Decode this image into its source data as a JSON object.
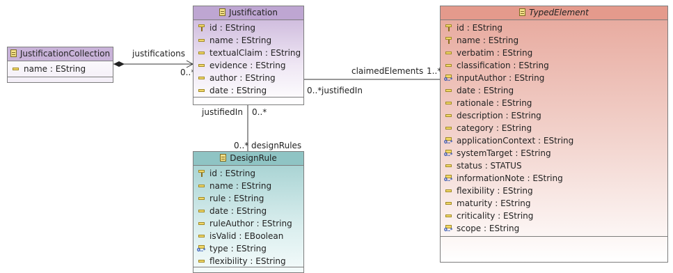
{
  "classes": {
    "justification_collection": {
      "name": "JustificationCollection",
      "attributes": [
        {
          "text": "name : EString",
          "icon": "plain"
        }
      ]
    },
    "justification": {
      "name": "Justification",
      "attributes": [
        {
          "text": "id : EString",
          "icon": "key"
        },
        {
          "text": "name : EString",
          "icon": "plain"
        },
        {
          "text": "textualClaim : EString",
          "icon": "plain"
        },
        {
          "text": "evidence : EString",
          "icon": "plain"
        },
        {
          "text": "author : EString",
          "icon": "plain"
        },
        {
          "text": "date : EString",
          "icon": "plain"
        }
      ]
    },
    "design_rule": {
      "name": "DesignRule",
      "attributes": [
        {
          "text": "id : EString",
          "icon": "key"
        },
        {
          "text": "name : EString",
          "icon": "plain"
        },
        {
          "text": "rule : EString",
          "icon": "plain"
        },
        {
          "text": "date : EString",
          "icon": "plain"
        },
        {
          "text": "ruleAuthor : EString",
          "icon": "plain"
        },
        {
          "text": "isValid : EBoolean",
          "icon": "plain"
        },
        {
          "text": "type : EString",
          "icon": "many"
        },
        {
          "text": "flexibility : EString",
          "icon": "plain"
        }
      ]
    },
    "typed_element": {
      "name": "TypedElement",
      "attributes": [
        {
          "text": "id : EString",
          "icon": "key"
        },
        {
          "text": "name : EString",
          "icon": "key"
        },
        {
          "text": "verbatim : EString",
          "icon": "plain"
        },
        {
          "text": "classification : EString",
          "icon": "plain"
        },
        {
          "text": "inputAuthor : EString",
          "icon": "many"
        },
        {
          "text": "date : EString",
          "icon": "plain"
        },
        {
          "text": "rationale : EString",
          "icon": "plain"
        },
        {
          "text": "description : EString",
          "icon": "plain"
        },
        {
          "text": "category : EString",
          "icon": "plain"
        },
        {
          "text": "applicationContext : EString",
          "icon": "many"
        },
        {
          "text": "systemTarget : EString",
          "icon": "many"
        },
        {
          "text": "status : STATUS",
          "icon": "plain"
        },
        {
          "text": "informationNote : EString",
          "icon": "many"
        },
        {
          "text": "flexibility : EString",
          "icon": "plain"
        },
        {
          "text": "maturity : EString",
          "icon": "plain"
        },
        {
          "text": "criticality : EString",
          "icon": "plain"
        },
        {
          "text": "scope : EString",
          "icon": "many"
        }
      ]
    }
  },
  "associations": {
    "justifications": {
      "role": "justifications",
      "multiplicity": "0..*"
    },
    "claimed_elements": {
      "role": "claimedElements",
      "multiplicity": "1..*"
    },
    "justified_in_typed": {
      "role": "justifiedIn",
      "multiplicity": "0..*"
    },
    "justified_in_rule": {
      "role": "justifiedIn",
      "multiplicity": "0..*"
    },
    "design_rules": {
      "role": "designRules",
      "multiplicity": "0..*"
    }
  }
}
